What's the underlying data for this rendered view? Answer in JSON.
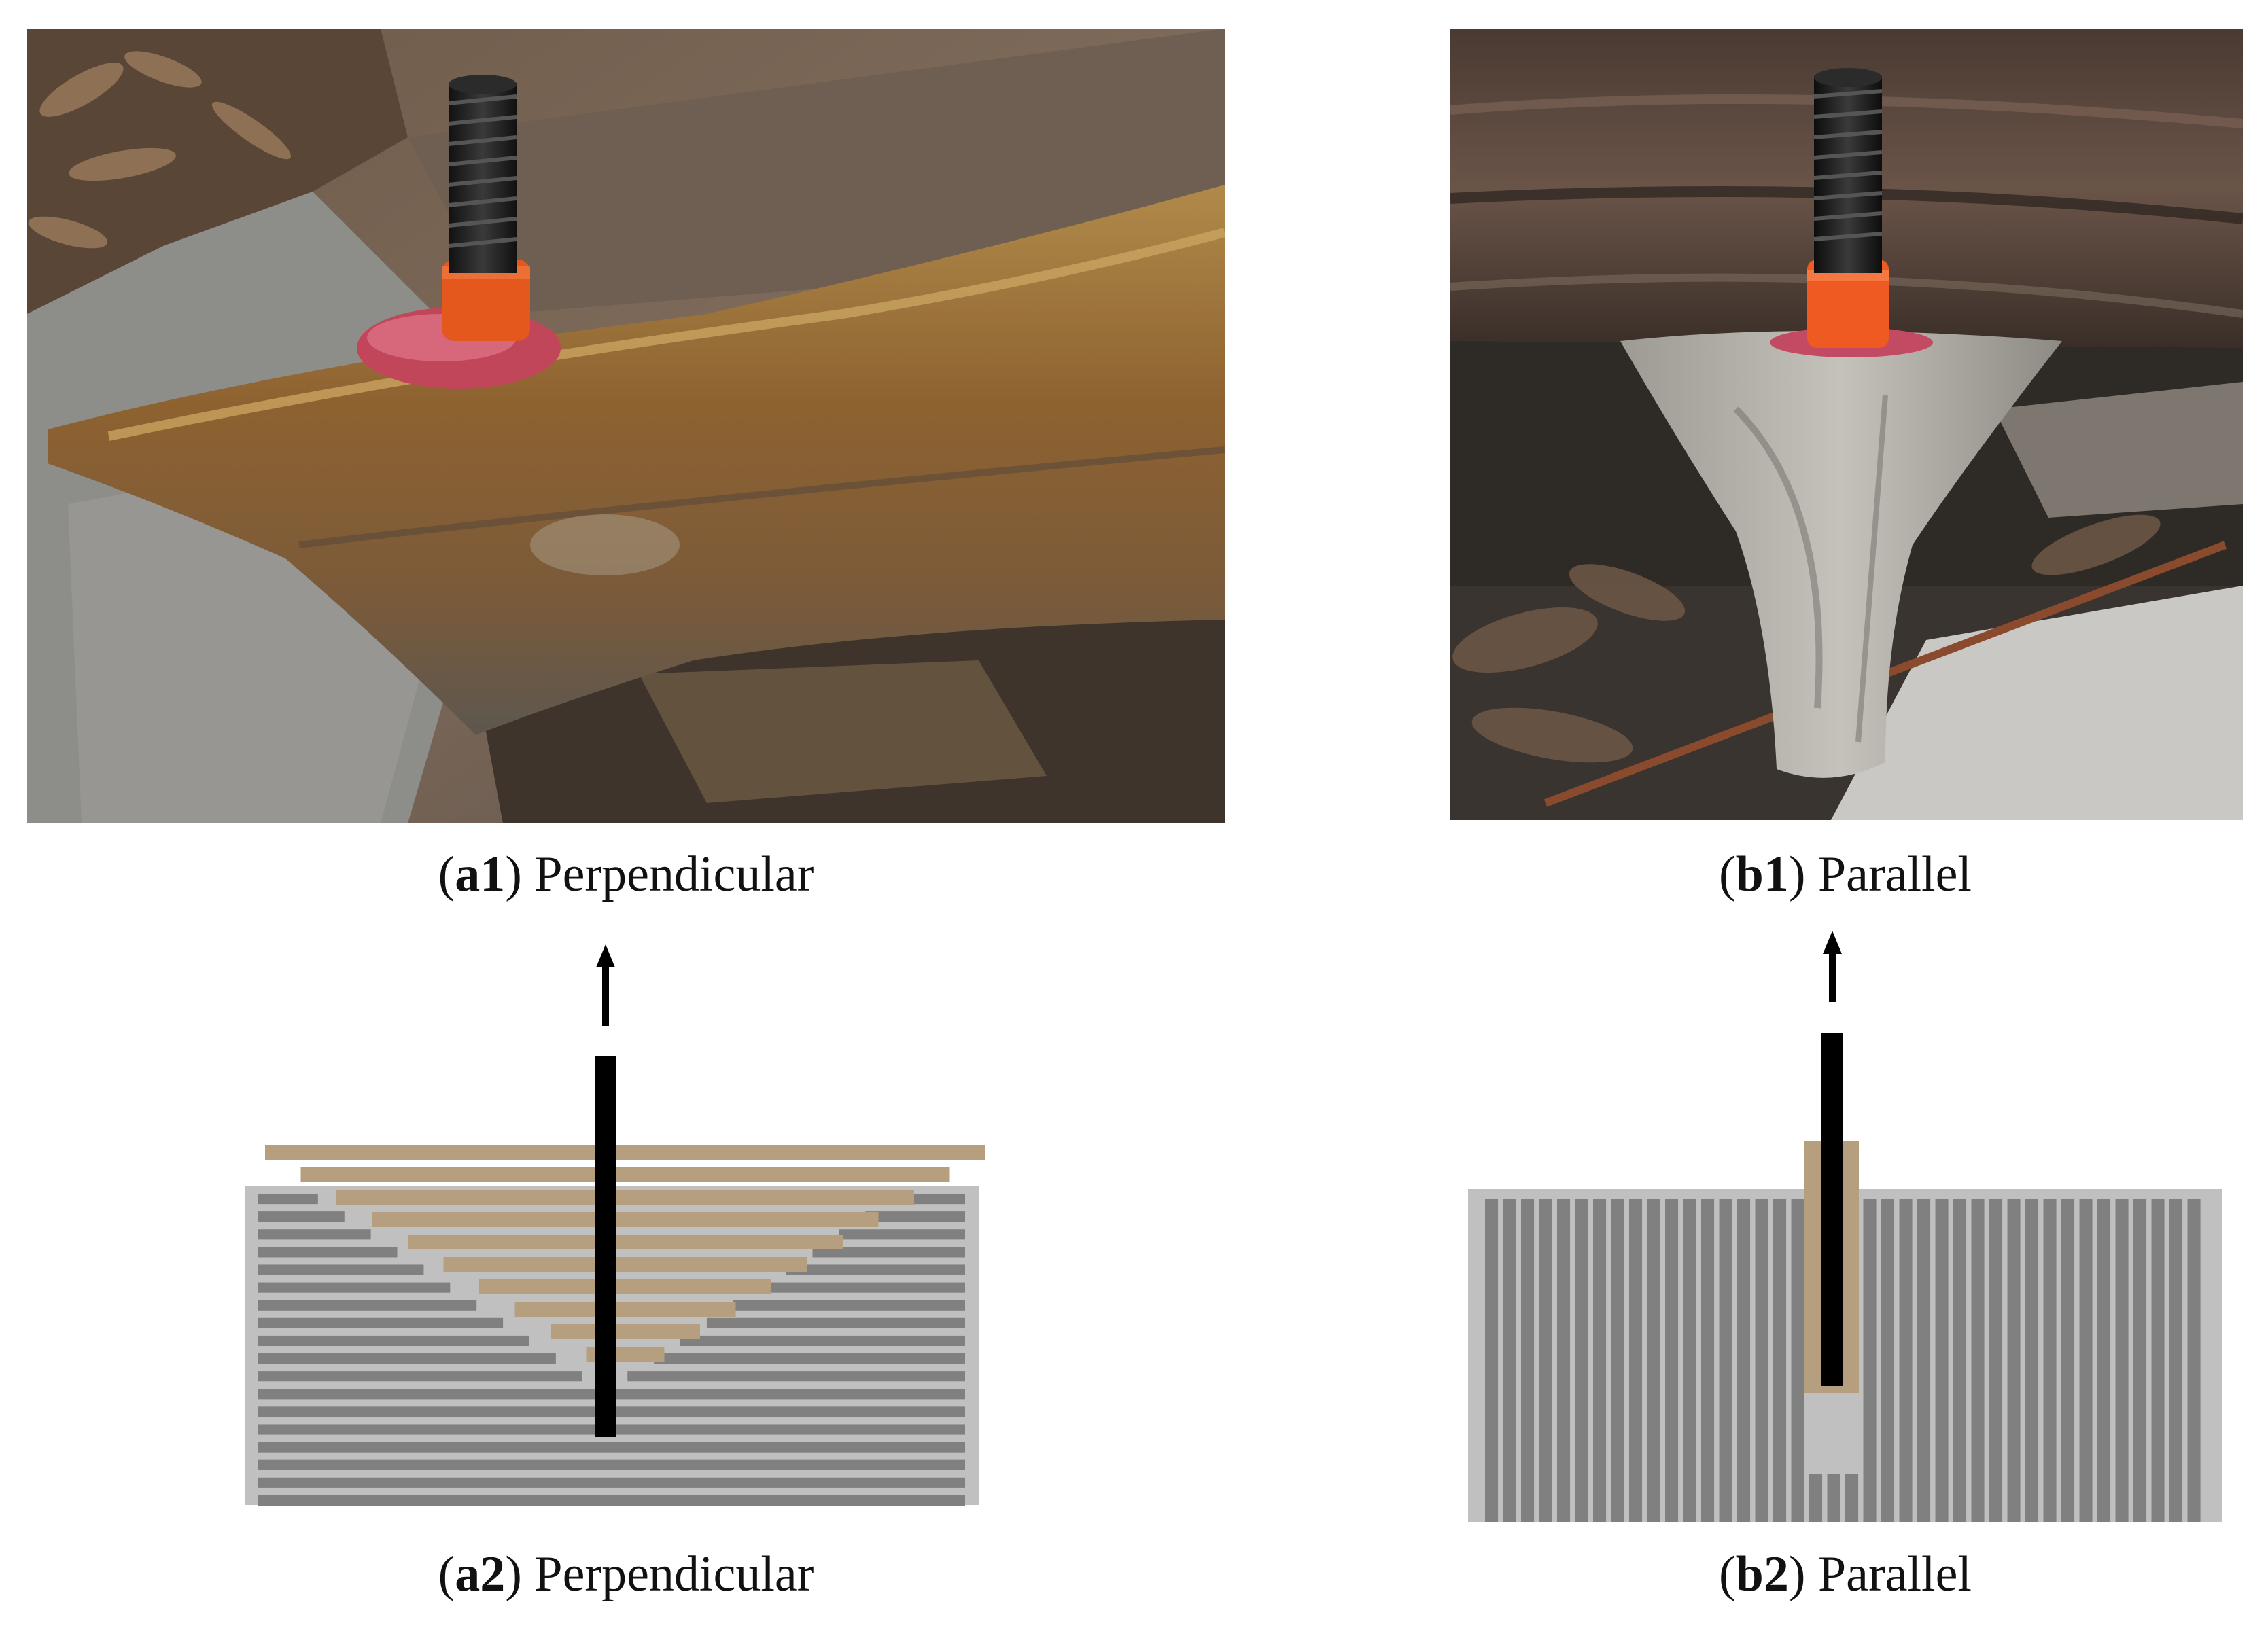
{
  "figure": {
    "panels": [
      {
        "id": "a1",
        "tag": "a1",
        "label": "Perpendicular",
        "kind": "photo"
      },
      {
        "id": "b1",
        "tag": "b1",
        "label": "Parallel",
        "kind": "photo"
      },
      {
        "id": "a2",
        "tag": "a2",
        "label": "Perpendicular",
        "kind": "diagram"
      },
      {
        "id": "b2",
        "tag": "b2",
        "label": "Parallel",
        "kind": "diagram"
      }
    ],
    "colors": {
      "rock_layer": "#808080",
      "rock_matrix": "#c0c0c0",
      "failure_cone": "#b59f7f",
      "anchor_rod": "#000000",
      "pull_arrow": "#000000"
    }
  }
}
